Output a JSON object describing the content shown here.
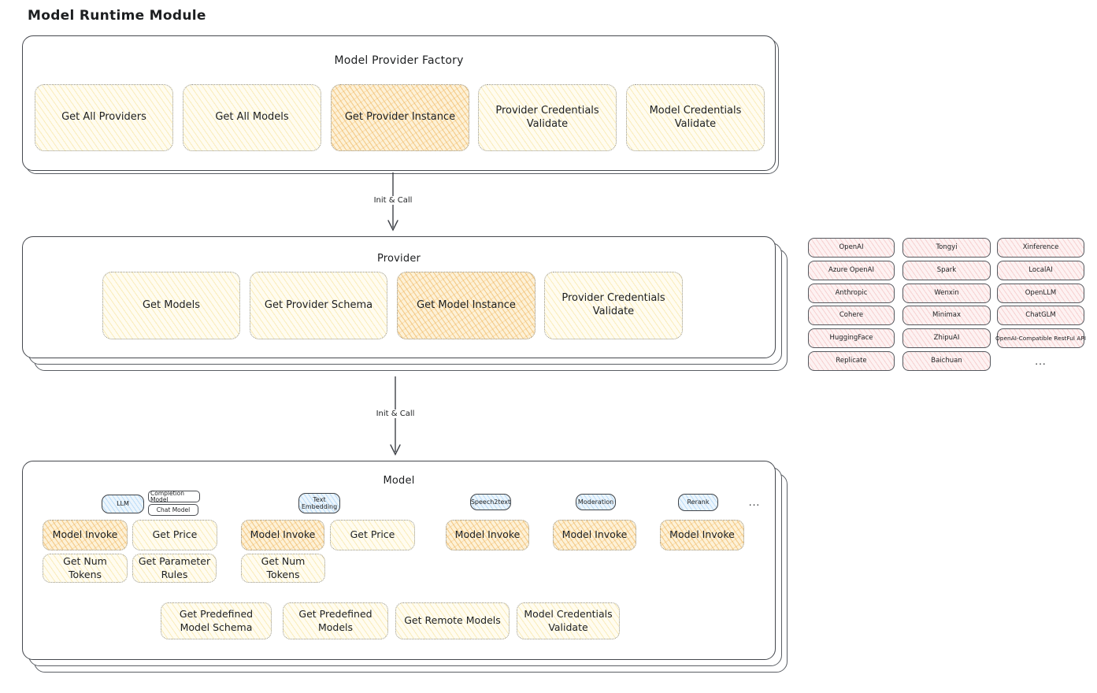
{
  "page": {
    "title": "Model Runtime Module"
  },
  "colors": {
    "yellow": "#fff9e3",
    "orange": "#fdeccb",
    "blue": "#e9f3fc",
    "pink": "#fdf0f0",
    "ink": "#1d1f21"
  },
  "arrows": {
    "top": "Init & Call",
    "bottom": "Init & Call"
  },
  "factory": {
    "title": "Model Provider Factory",
    "buttons": [
      {
        "label": "Get All Providers"
      },
      {
        "label": "Get All Models"
      },
      {
        "label": "Get Provider Instance"
      },
      {
        "label": "Provider Credentials Validate"
      },
      {
        "label": "Model Credentials Validate"
      }
    ]
  },
  "provider": {
    "title": "Provider",
    "buttons": [
      {
        "label": "Get Models"
      },
      {
        "label": "Get Provider Schema"
      },
      {
        "label": "Get Model Instance"
      },
      {
        "label": "Provider Credentials Validate"
      }
    ]
  },
  "providers": {
    "cells": [
      "OpenAI",
      "Tongyi",
      "Xinference",
      "Azure OpenAI",
      "Spark",
      "LocalAI",
      "Anthropic",
      "Wenxin",
      "OpenLLM",
      "Cohere",
      "Minimax",
      "ChatGLM",
      "HuggingFace",
      "ZhipuAI",
      "OpenAI-Compatible RestFul API",
      "Replicate",
      "Baichuan"
    ],
    "ellipsis": "..."
  },
  "model": {
    "title": "Model",
    "tabs": {
      "llm": "LLM",
      "completion": "Completion Model",
      "chat": "Chat Model",
      "text_embedding": "Text Embedding",
      "speech2text": "Speech2text",
      "moderation": "Moderation",
      "rerank": "Rerank",
      "ellipsis": "..."
    },
    "llm": {
      "invoke": "Model Invoke",
      "get_price": "Get Price",
      "get_num_tokens": "Get Num Tokens",
      "get_parameter_rules": "Get Parameter Rules"
    },
    "text_embedding": {
      "invoke": "Model Invoke",
      "get_price": "Get Price",
      "get_num_tokens": "Get Num Tokens"
    },
    "speech2text": {
      "invoke": "Model Invoke"
    },
    "moderation": {
      "invoke": "Model Invoke"
    },
    "rerank": {
      "invoke": "Model Invoke"
    },
    "common": {
      "get_predefined_model_schema": "Get Predefined Model Schema",
      "get_predefined_models": "Get Predefined Models",
      "get_remote_models": "Get Remote Models",
      "model_credentials_validate": "Model Credentials Validate"
    }
  }
}
